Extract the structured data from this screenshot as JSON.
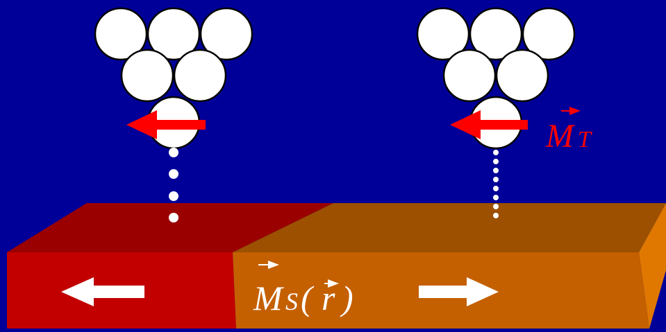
{
  "colors": {
    "background": "#000099",
    "domain_left_front": "#c20000",
    "domain_left_top": "#9a0000",
    "domain_right_front": "#c46000",
    "domain_right_top": "#9c5000",
    "slab_side": "#e07800",
    "tip_atom_fill": "#ffffff",
    "tip_atom_stroke": "#000000",
    "tip_moment_arrow": "#ff0000",
    "sample_arrow": "#ffffff",
    "tip_label_color": "#ff0000",
    "sample_label_color": "#ffffff"
  },
  "labels": {
    "tip_moment": {
      "symbol": "M",
      "subscript": "T"
    },
    "sample_moment": {
      "symbol": "M",
      "subscript": "S",
      "open_paren": "(",
      "argument": "r",
      "close_paren": ")"
    }
  },
  "tips": [
    {
      "name": "left",
      "moment_direction": "left"
    },
    {
      "name": "right",
      "moment_direction": "left"
    }
  ],
  "domains": [
    {
      "name": "left",
      "magnetization_direction": "left"
    },
    {
      "name": "right",
      "magnetization_direction": "right"
    }
  ]
}
